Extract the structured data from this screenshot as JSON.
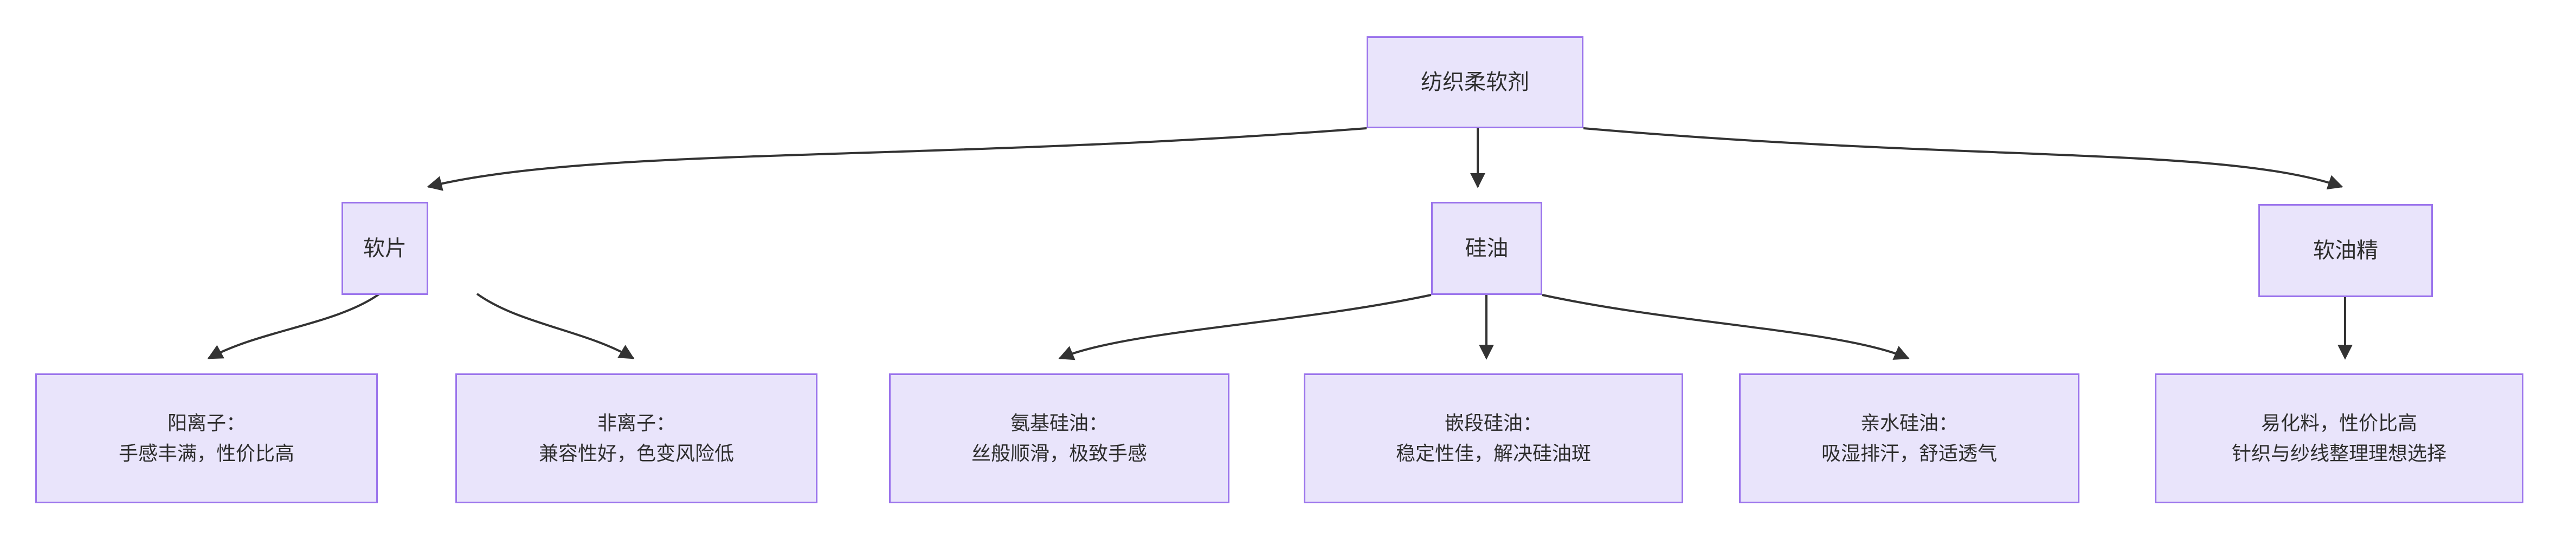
{
  "diagram": {
    "type": "flowchart-tree",
    "direction": "top-down",
    "background": "#ffffff",
    "node_fill": "#e9e4fb",
    "node_border": "#9b74ec",
    "edge_color": "#333333",
    "text_color": "#2e2e2e",
    "root": {
      "id": "root",
      "label": "纺织柔软剂"
    },
    "levels": [
      {
        "id": "level-2",
        "nodes": [
          {
            "id": "n-ruanpian",
            "label": "软片"
          },
          {
            "id": "n-guiyou",
            "label": "硅油"
          },
          {
            "id": "n-ruanyoujing",
            "label": "软油精"
          }
        ]
      },
      {
        "id": "level-3",
        "nodes": [
          {
            "id": "n-yangliizi",
            "line1": "阳离子：",
            "line2": "手感丰满，性价比高"
          },
          {
            "id": "n-feiliizi",
            "line1": "非离子：",
            "line2": "兼容性好，色变风险低"
          },
          {
            "id": "n-anji",
            "line1": "氨基硅油：",
            "line2": "丝般顺滑，极致手感"
          },
          {
            "id": "n-qianduan",
            "line1": "嵌段硅油：",
            "line2": "稳定性佳，解决硅油斑"
          },
          {
            "id": "n-qinshui",
            "line1": "亲水硅油：",
            "line2": "吸湿排汗，舒适透气"
          },
          {
            "id": "n-yihualiao",
            "line1": "易化料，性价比高",
            "line2": "针织与纱线整理理想选择"
          }
        ]
      }
    ],
    "edges": [
      {
        "from": "root",
        "to": "n-ruanpian"
      },
      {
        "from": "root",
        "to": "n-guiyou"
      },
      {
        "from": "root",
        "to": "n-ruanyoujing"
      },
      {
        "from": "n-ruanpian",
        "to": "n-yangliizi"
      },
      {
        "from": "n-ruanpian",
        "to": "n-feiliizi"
      },
      {
        "from": "n-guiyou",
        "to": "n-anji"
      },
      {
        "from": "n-guiyou",
        "to": "n-qianduan"
      },
      {
        "from": "n-guiyou",
        "to": "n-qinshui"
      },
      {
        "from": "n-ruanyoujing",
        "to": "n-yihualiao"
      }
    ]
  }
}
